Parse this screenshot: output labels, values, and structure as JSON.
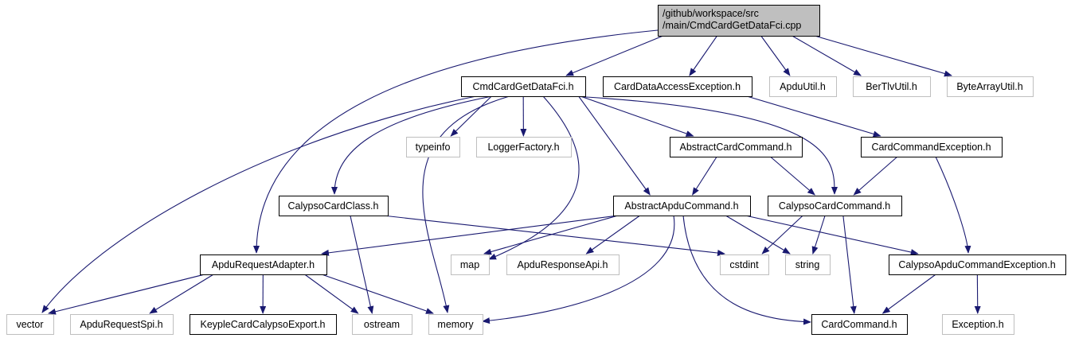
{
  "colors": {
    "edge": "#191970",
    "root_fill": "#bfbfbf",
    "root_border": "#000000",
    "node_fill": "#ffffff",
    "node_border": "#000000",
    "external_border": "#bfbfbf",
    "external_text": "#555555",
    "text": "#000000"
  },
  "nodes": [
    {
      "id": "root",
      "kind": "root",
      "lines": [
        "/github/workspace/src",
        "/main/CmdCardGetDataFci.cpp"
      ]
    },
    {
      "id": "cmdcardgetdatafci_h",
      "kind": "documented",
      "lines": [
        "CmdCardGetDataFci.h"
      ]
    },
    {
      "id": "carddataaccessexception_h",
      "kind": "documented",
      "lines": [
        "CardDataAccessException.h"
      ]
    },
    {
      "id": "apduutil_h",
      "kind": "external",
      "lines": [
        "ApduUtil.h"
      ]
    },
    {
      "id": "bertlvutil_h",
      "kind": "external",
      "lines": [
        "BerTlvUtil.h"
      ]
    },
    {
      "id": "bytearrayutil_h",
      "kind": "external",
      "lines": [
        "ByteArrayUtil.h"
      ]
    },
    {
      "id": "typeinfo",
      "kind": "external",
      "lines": [
        "typeinfo"
      ]
    },
    {
      "id": "loggerfactory_h",
      "kind": "external",
      "lines": [
        "LoggerFactory.h"
      ]
    },
    {
      "id": "abstractcardcommand_h",
      "kind": "documented",
      "lines": [
        "AbstractCardCommand.h"
      ]
    },
    {
      "id": "cardcommandexception_h",
      "kind": "documented",
      "lines": [
        "CardCommandException.h"
      ]
    },
    {
      "id": "calypsocardclass_h",
      "kind": "documented",
      "lines": [
        "CalypsoCardClass.h"
      ]
    },
    {
      "id": "abstractapducommand_h",
      "kind": "documented",
      "lines": [
        "AbstractApduCommand.h"
      ]
    },
    {
      "id": "calypsocardcommand_h",
      "kind": "documented",
      "lines": [
        "CalypsoCardCommand.h"
      ]
    },
    {
      "id": "apdurequestadapter_h",
      "kind": "documented",
      "lines": [
        "ApduRequestAdapter.h"
      ]
    },
    {
      "id": "map",
      "kind": "external",
      "lines": [
        "map"
      ]
    },
    {
      "id": "apduresponseapi_h",
      "kind": "external",
      "lines": [
        "ApduResponseApi.h"
      ]
    },
    {
      "id": "cstdint",
      "kind": "external",
      "lines": [
        "cstdint"
      ]
    },
    {
      "id": "string",
      "kind": "external",
      "lines": [
        "string"
      ]
    },
    {
      "id": "calypsoapducommandexception_h",
      "kind": "documented",
      "lines": [
        "CalypsoApduCommandException.h"
      ]
    },
    {
      "id": "vector",
      "kind": "external",
      "lines": [
        "vector"
      ]
    },
    {
      "id": "apdurequestspi_h",
      "kind": "external",
      "lines": [
        "ApduRequestSpi.h"
      ]
    },
    {
      "id": "keyplecardcalypsoexport_h",
      "kind": "documented",
      "lines": [
        "KeypleCardCalypsoExport.h"
      ]
    },
    {
      "id": "ostream",
      "kind": "external",
      "lines": [
        "ostream"
      ]
    },
    {
      "id": "memory",
      "kind": "external",
      "lines": [
        "memory"
      ]
    },
    {
      "id": "cardcommand_h",
      "kind": "documented",
      "lines": [
        "CardCommand.h"
      ]
    },
    {
      "id": "exception_h",
      "kind": "external",
      "lines": [
        "Exception.h"
      ]
    }
  ],
  "edges": [
    {
      "from": "root",
      "to": "cmdcardgetdatafci_h"
    },
    {
      "from": "root",
      "to": "carddataaccessexception_h"
    },
    {
      "from": "root",
      "to": "apduutil_h"
    },
    {
      "from": "root",
      "to": "bertlvutil_h"
    },
    {
      "from": "root",
      "to": "bytearrayutil_h"
    },
    {
      "from": "root",
      "to": "apdurequestadapter_h"
    },
    {
      "from": "cmdcardgetdatafci_h",
      "to": "typeinfo"
    },
    {
      "from": "cmdcardgetdatafci_h",
      "to": "loggerfactory_h"
    },
    {
      "from": "cmdcardgetdatafci_h",
      "to": "abstractcardcommand_h"
    },
    {
      "from": "cmdcardgetdatafci_h",
      "to": "calypsocardclass_h"
    },
    {
      "from": "cmdcardgetdatafci_h",
      "to": "abstractapducommand_h"
    },
    {
      "from": "cmdcardgetdatafci_h",
      "to": "calypsocardcommand_h"
    },
    {
      "from": "cmdcardgetdatafci_h",
      "to": "map"
    },
    {
      "from": "cmdcardgetdatafci_h",
      "to": "memory"
    },
    {
      "from": "cmdcardgetdatafci_h",
      "to": "vector"
    },
    {
      "from": "carddataaccessexception_h",
      "to": "cardcommandexception_h"
    },
    {
      "from": "abstractcardcommand_h",
      "to": "abstractapducommand_h"
    },
    {
      "from": "abstractcardcommand_h",
      "to": "calypsocardcommand_h"
    },
    {
      "from": "cardcommandexception_h",
      "to": "calypsocardcommand_h"
    },
    {
      "from": "cardcommandexception_h",
      "to": "calypsoapducommandexception_h"
    },
    {
      "from": "calypsocardclass_h",
      "to": "cstdint"
    },
    {
      "from": "calypsocardclass_h",
      "to": "ostream"
    },
    {
      "from": "abstractapducommand_h",
      "to": "apdurequestadapter_h"
    },
    {
      "from": "abstractapducommand_h",
      "to": "map"
    },
    {
      "from": "abstractapducommand_h",
      "to": "apduresponseapi_h"
    },
    {
      "from": "abstractapducommand_h",
      "to": "string"
    },
    {
      "from": "abstractapducommand_h",
      "to": "calypsoapducommandexception_h"
    },
    {
      "from": "abstractapducommand_h",
      "to": "memory"
    },
    {
      "from": "abstractapducommand_h",
      "to": "cardcommand_h"
    },
    {
      "from": "calypsocardcommand_h",
      "to": "cstdint"
    },
    {
      "from": "calypsocardcommand_h",
      "to": "string"
    },
    {
      "from": "calypsocardcommand_h",
      "to": "cardcommand_h"
    },
    {
      "from": "apdurequestadapter_h",
      "to": "vector"
    },
    {
      "from": "apdurequestadapter_h",
      "to": "apdurequestspi_h"
    },
    {
      "from": "apdurequestadapter_h",
      "to": "keyplecardcalypsoexport_h"
    },
    {
      "from": "apdurequestadapter_h",
      "to": "ostream"
    },
    {
      "from": "apdurequestadapter_h",
      "to": "memory"
    },
    {
      "from": "calypsoapducommandexception_h",
      "to": "cardcommand_h"
    },
    {
      "from": "calypsoapducommandexception_h",
      "to": "exception_h"
    }
  ]
}
